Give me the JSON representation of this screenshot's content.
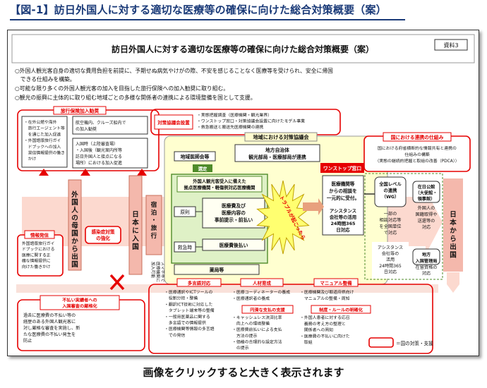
{
  "page": {
    "heading": "【図-1】訪日外国人に対する適切な医療等の確保に向けた総合対策概要（案）",
    "caption": "画像をクリックすると大きく表示されます"
  },
  "diagram": {
    "title": "訪日外国人に対する適切な医療等の確保に向けた総合対策概要（案）",
    "doc_label": "資料3",
    "intro": [
      "○外国人観光客自身の適切な費用負担を前提に、予期せぬ病気やけがの際、不安を感じることなく医療等を受けられ、安全に帰国",
      "　できる仕組みを構築。",
      "○可能な限り多くの外国人観光客の加入を目指した旅行保険への加入勧奨に取り組む。",
      "○観光の振興に主体的に取り組む地域ごとの多様な関係者の連携による環境整備を国として支援。"
    ],
    "travel_insurance": {
      "title": "旅行保険加入勧奨",
      "item1": [
        "・在外公館や海外",
        "　旅行エージェント等",
        "　を通じた加入促進",
        "・外国語版旅行ガイ",
        "　ドブックへの加入",
        "　奨信情報提供の働き",
        "　かけ"
      ],
      "item2": [
        "航空機内、クルーズ船内で",
        "の加入勧奨"
      ],
      "item3": [
        "入国時（上陸審査場）",
        "・入国後（観光案内所等",
        "訪日外国人と接点になる",
        "場所）における加入促進"
      ]
    },
    "flow": {
      "departure_from_home": "外国人の母国から出国",
      "entry_to_japan": "日本に入国",
      "accommodation": "宿泊・旅行",
      "smartphone": [
        "スマホ等で",
        "医療機関に",
        "加入可能"
      ],
      "departure_from_japan": "日本から出国"
    },
    "info_dissemination": {
      "title": "情報発信",
      "body": [
        "外国語版旅行ガイ",
        "ドブックにおける",
        "医療に関する正",
        "確な情報提供に",
        "向けた働きかけ"
      ]
    },
    "infection": {
      "title": [
        "感染症対策",
        "の強化"
      ]
    },
    "unpaid": {
      "title": [
        "不払い実績者への",
        "入国審査の厳格化"
      ],
      "body": [
        "過去に医療費の不払い等の",
        "経歴のある外国人観光客に",
        "対し厳格な審査を実施し、新",
        "たな医療費の不払い発生を",
        "防止"
      ]
    },
    "committee": {
      "title": "対策協議会設置",
      "items": [
        "・実態把握調査（医療機関・観光業界）",
        "・ワンストップ窓口・対策協議会設置に向けたモデル事業",
        "・救急搬送と搬送先医療機関の連携"
      ]
    },
    "regional": {
      "title": "地域における対策協議会",
      "medical_assoc": "地域医師会等",
      "local_gov": [
        "地方自治体",
        "観光部局・医療部局が連携"
      ],
      "selection": "選定",
      "base_hospital": [
        "外国人観光客受入に備えた",
        "拠点医療機関・軽傷例対応医療機関"
      ],
      "principle": "原則",
      "emergency": "救急時",
      "estimate": [
        "医療費及び",
        "医療内容の",
        "事前提示・前払い"
      ],
      "payment": "医療費後払い",
      "pharmacy": "薬局等",
      "trouble": "トラブルが起こったら",
      "onestop": "ワンストップ窓口",
      "onestop_body": [
        "医療機関等",
        "からの相談を",
        "一元的に受付。"
      ],
      "assistance": [
        "アシスタンス",
        "会社等の活用",
        "24時間365",
        "日対応"
      ]
    },
    "national": {
      "title": "国における連携の仕組み",
      "body": [
        "国における府省横断的な情報共有と連携の",
        "仕組みの構築",
        "（実態の継続的把握と取組の改善（PDCA））"
      ],
      "wg": [
        "全国レベル",
        "の連携",
        "（WG）"
      ],
      "wg_body": [
        "一部の",
        "相談対応等",
        "を全国単位",
        "で対応"
      ],
      "assist2": [
        "アシスタンス",
        "会社等の",
        "活用",
        "24時間365",
        "日対応"
      ],
      "embassy_title": [
        "在日公館",
        "（大使館・",
        "領事館）"
      ],
      "embassy_body": [
        "外国人の",
        "国籍取得や",
        "送還等の",
        "対応"
      ],
      "immigration_title": [
        "地方",
        "入国管理局"
      ],
      "immigration_body": [
        "在留資格の",
        "対応"
      ]
    },
    "bottom": {
      "multilingual": {
        "title": "多言語対応",
        "body": [
          "・医療通訳やICTツールの",
          "　役割分担・整備",
          "・翻訳ICT技術に対応した",
          "　タブレット端末等の整備",
          "・一般用医薬品に関する",
          "　多言語での情報提供",
          "・医療機関等情報の多言語",
          "　での発信"
        ]
      },
      "hr": {
        "title": "人材育成",
        "body": [
          "・医療コーディネーターの養成",
          "・医療通訳者の養成"
        ]
      },
      "payment_support": {
        "title": "円滑な支払の支援",
        "body": [
          "・キャッシュレス決済比率",
          "　向上への環境整備",
          "・医療費前払いによる支払",
          "　方法の提示",
          "・価格の合理的な設定方法",
          "　の提示"
        ]
      },
      "manual": {
        "title": "マニュアル整備",
        "body": [
          "・医療機関及び都道府県向け",
          "　マニュアルの整備・周知"
        ]
      },
      "rules": {
        "title": "制度・ルールの明確化",
        "body": [
          "・外国人患者に対する応召",
          "　義務の考え方の整理と",
          "　関係者への周知",
          "・医療費の不払いに向けた",
          "　取組"
        ]
      }
    },
    "legend": "＝国の対策・支援"
  },
  "colors": {
    "red": "#e60000",
    "navy": "#1a3a78",
    "green": "#4f8b2a",
    "pink": "#f7c8c0",
    "peach": "#fcd9cf",
    "yellow": "#ffff70",
    "pale_yellow": "#ffffd0"
  }
}
